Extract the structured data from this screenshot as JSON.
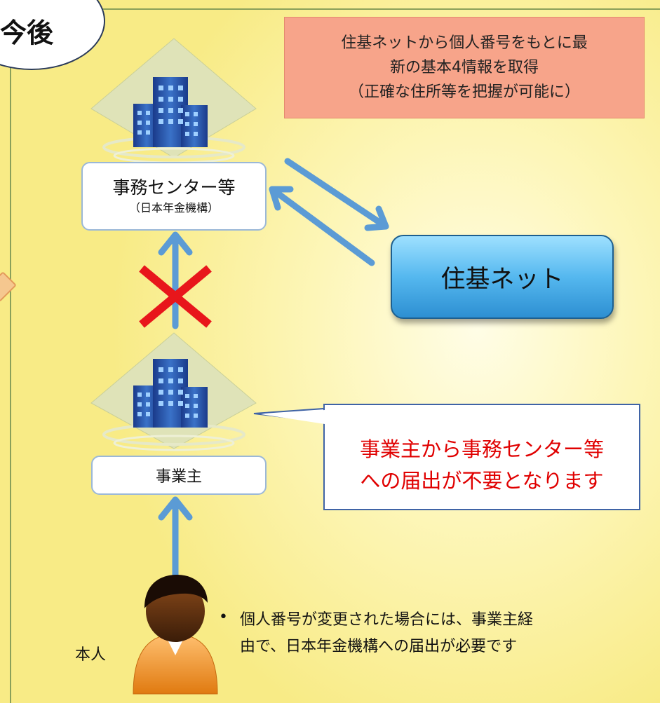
{
  "header": {
    "badge": "今後"
  },
  "info_box": {
    "text": "住基ネットから個人番号をもとに最\n新の基本4情報を取得\n（正確な住所等を把握が可能に）"
  },
  "nodes": {
    "center": {
      "title": "事務センター等",
      "subtitle": "（日本年金機構）"
    },
    "employer": {
      "label": "事業主"
    },
    "juki": {
      "label": "住基ネット"
    },
    "person": {
      "label": "本人"
    }
  },
  "callout": {
    "text": "事業主から事務センター等\nへの届出が不要となります"
  },
  "note": {
    "bullet": "•",
    "text": "個人番号が変更された場合には、事業主経\n由で、日本年金機構への届出が必要です"
  },
  "colors": {
    "arrow": "#5b9bd5",
    "cross": "#e8161b",
    "callout_text": "#e00000",
    "info_bg": "#f7a48a",
    "juki_button": "#3fa3e3",
    "background": "#fbf1a6"
  },
  "icons": [
    "office-building-icon",
    "person-icon",
    "cross-icon"
  ]
}
